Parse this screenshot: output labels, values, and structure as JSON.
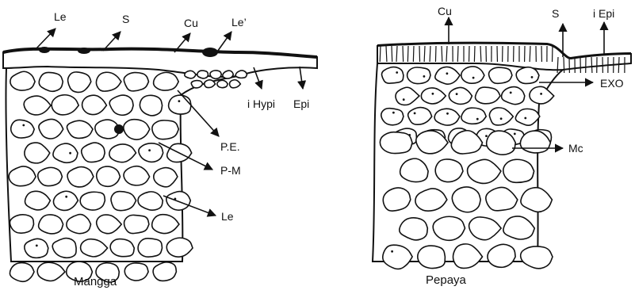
{
  "left_panel": {
    "caption": "Mangga",
    "labels": {
      "le_top": "Le",
      "s": "S",
      "cu": "Cu",
      "le_prime": "Le’",
      "i_hypi": "i Hypi",
      "epi": "Epi",
      "pe": "P.E.",
      "pm": "P-M",
      "le_bottom": "Le"
    }
  },
  "right_panel": {
    "caption": "Pepaya",
    "labels": {
      "cu": "Cu",
      "s": "S",
      "i_epi": "i Epi",
      "exo": "EXO",
      "mc": "Mc"
    }
  },
  "colors": {
    "ink": "#111111",
    "background": "#ffffff"
  }
}
